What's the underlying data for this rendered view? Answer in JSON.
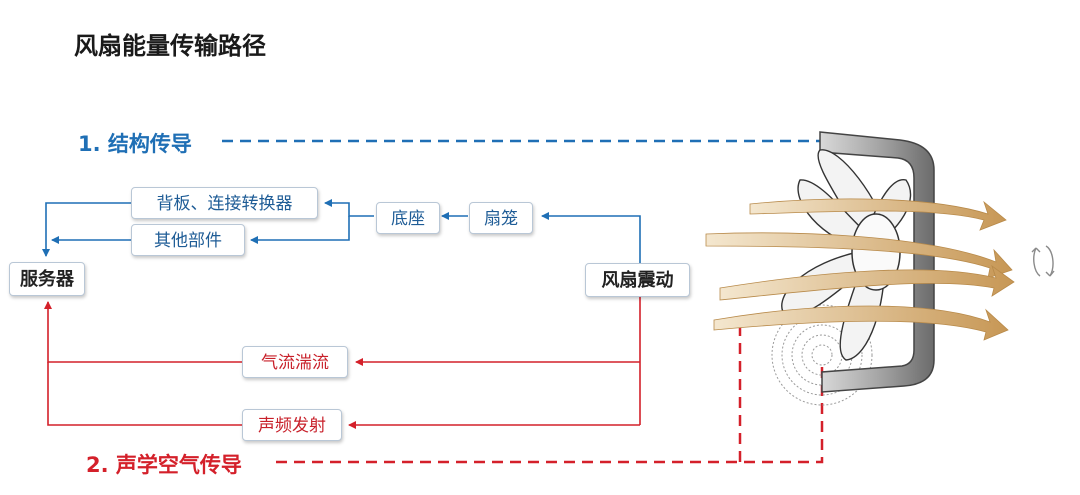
{
  "title": "风扇能量传输路径",
  "paths": {
    "structural": "1. 结构传导",
    "acoustic": "2. 声学空气传导"
  },
  "nodes": {
    "server": "服务器",
    "backplane": "背板、连接转换器",
    "other_parts": "其他部件",
    "base": "底座",
    "fan_cage": "扇笼",
    "fan_vibration": "风扇震动",
    "airflow_turbulence": "气流湍流",
    "acoustic_emission": "声频发射"
  },
  "colors": {
    "structural": "#1f6fb5",
    "acoustic": "#d4202a"
  }
}
